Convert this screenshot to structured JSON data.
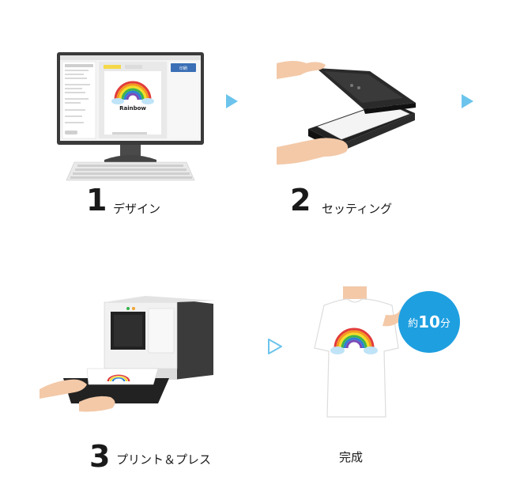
{
  "steps": [
    {
      "number": "1",
      "label": "デザイン"
    },
    {
      "number": "2",
      "label": "セッティング"
    },
    {
      "number": "3",
      "label": "プリント＆プレス"
    }
  ],
  "final": {
    "label": "完成"
  },
  "time_badge": {
    "prefix": "約",
    "value": "10",
    "unit": "分"
  },
  "screen": {
    "shirt_text": "Rainbow",
    "side_button_label": "印刷"
  },
  "colors": {
    "accent": "#1e9fe0",
    "arrow": "#6cc4ec"
  }
}
